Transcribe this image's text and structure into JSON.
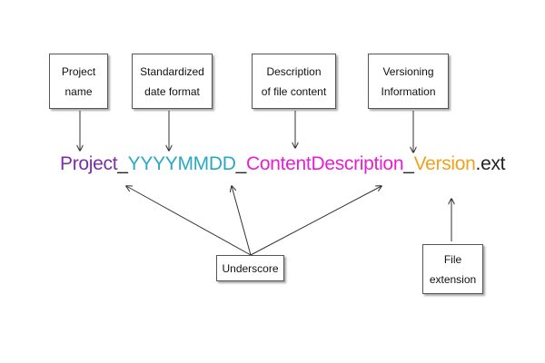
{
  "boxes": {
    "project_name": "Project\nname",
    "date_format": "Standardized\ndate format",
    "description": "Description\nof file content",
    "versioning": "Versioning\nInformation",
    "underscore": "Underscore",
    "file_extension": "File\nextension"
  },
  "filename": {
    "project": "Project",
    "sep1": "_",
    "date": "YYYYMMDD",
    "sep2": "_",
    "content": "ContentDescription",
    "sep3": "_",
    "version": "Version",
    "ext": ".ext"
  },
  "colors": {
    "project": "#7b2fa6",
    "date": "#2aa9c4",
    "content": "#e81fd0",
    "version": "#f0a21e",
    "separator": "#222222",
    "ext": "#222222",
    "arrow": "#333333"
  }
}
